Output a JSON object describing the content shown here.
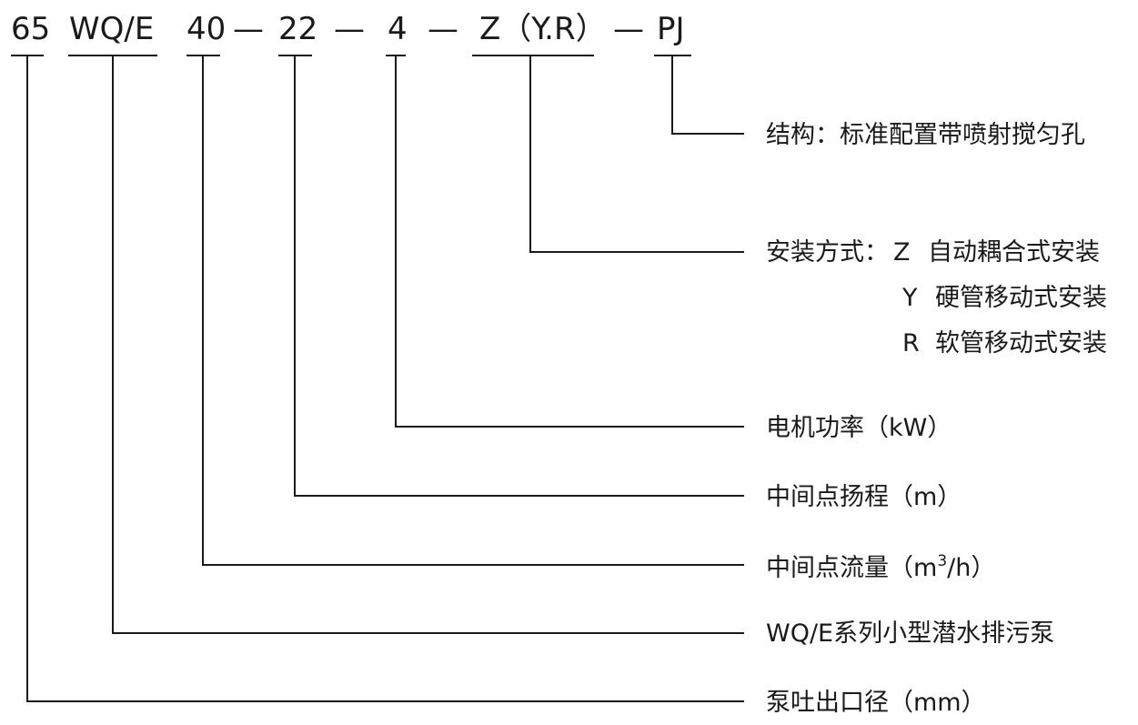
{
  "model_code": {
    "parts": [
      "65",
      "WQ/E",
      "40",
      "22",
      "4",
      "Z（Y.R）",
      "PJ"
    ],
    "dashes": [
      "—",
      "—",
      "—",
      "—"
    ]
  },
  "legend": {
    "structure": "结构：标准配置带喷射搅匀孔",
    "install": {
      "prefix": "安装方式：",
      "options": [
        {
          "code": "Z",
          "text": "自动耦合式安装"
        },
        {
          "code": "Y",
          "text": "硬管移动式安装"
        },
        {
          "code": "R",
          "text": "软管移动式安装"
        }
      ]
    },
    "power": "电机功率（kW）",
    "head": "中间点扬程（m）",
    "flow": {
      "pre": "中间点流量（m",
      "sup": "3",
      "post": "/h）"
    },
    "series": "WQ/E系列小型潜水排污泵",
    "outlet": "泵吐出口径（mm）"
  }
}
